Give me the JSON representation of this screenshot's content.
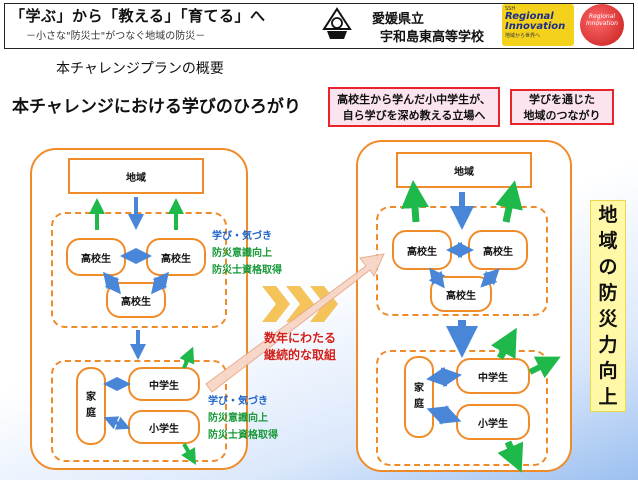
{
  "header": {
    "title": "「学ぶ」から「教える」「育てる」へ",
    "subtitle": "－小さな\"防災士\"がつなぐ地域の防災－",
    "prefecture": "愛媛県立",
    "school": "宇和島東高等学校",
    "badge": {
      "top_text": "SSH",
      "line1": "Regional",
      "line2": "Innovation",
      "bottom_text": "地域から世界へ"
    },
    "circle_badge": {
      "line1": "Regional",
      "line2": "Innovation"
    }
  },
  "page": {
    "plan_title": "本チャレンジプランの概要",
    "main_title": "本チャレンジにおける学びのひろがり",
    "tag_left": [
      "高校生から学んだ小中学生が、",
      "自ら学びを深め教える立場へ"
    ],
    "tag_right": [
      "学びを通じた",
      "地域のつながり"
    ]
  },
  "left": {
    "region": "地域",
    "hs1": "高校生",
    "hs2": "高校生",
    "hs3": "高校生",
    "family": [
      "家",
      "庭"
    ],
    "jhs": "中学生",
    "es": "小学生",
    "notes_top": [
      "学び・気づき",
      "防災意識向上",
      "防災士資格取得"
    ],
    "notes_bottom": [
      "学び・気づき",
      "防災意識向上",
      "防災士資格取得"
    ]
  },
  "middle": {
    "caption": [
      "数年にわたる",
      "継続的な取組"
    ]
  },
  "right": {
    "region": "地域",
    "hs1": "高校生",
    "hs2": "高校生",
    "hs3": "高校生",
    "family": [
      "家",
      "庭"
    ],
    "jhs": "中学生",
    "es": "小学生"
  },
  "side_label": [
    "地",
    "域",
    "の",
    "防",
    "災",
    "力",
    "向",
    "上"
  ],
  "colors": {
    "orange": "#f08b2a",
    "green": "#1fb84a",
    "blue": "#4a86d8",
    "red": "#e8242a",
    "yellow": "#fff8a6"
  },
  "icons": [
    "school-emblem-icon"
  ]
}
